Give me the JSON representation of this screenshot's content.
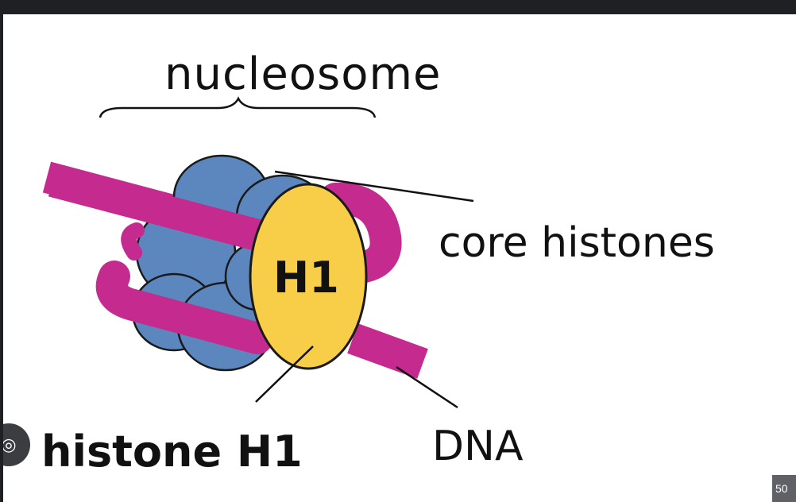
{
  "diagram": {
    "labels": {
      "nucleosome": "nucleosome",
      "core_histones": "core histones",
      "h1": "H1",
      "histone_h1": "histone H1",
      "dna": "DNA"
    },
    "colors": {
      "histone_core": "#5b86be",
      "dna": "#c52a8e",
      "h1": "#f8cd47",
      "outline": "#1a1a1a"
    }
  },
  "overlay": {
    "lens_icon": "lens-icon",
    "size_badge": "50"
  }
}
